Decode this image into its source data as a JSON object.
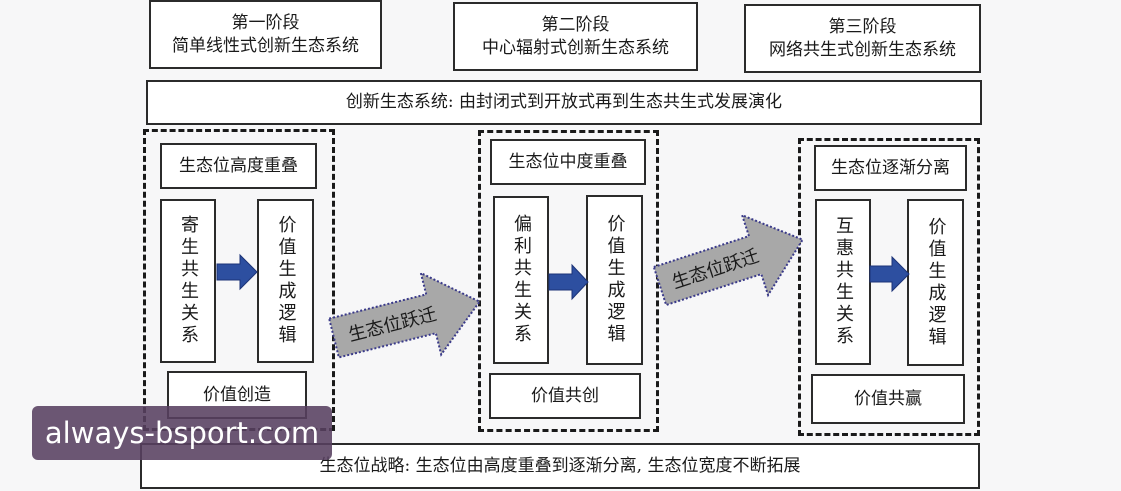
{
  "stages": [
    {
      "title": "第一阶段",
      "subtitle": "简单线性式创新生态系统"
    },
    {
      "title": "第二阶段",
      "subtitle": "中心辐射式创新生态系统"
    },
    {
      "title": "第三阶段",
      "subtitle": "网络共生式创新生态系统"
    }
  ],
  "evolution_banner": "创新生态系统: 由封闭式到开放式再到生态共生式发展演化",
  "panels": [
    {
      "niche": "生态位高度重叠",
      "relation": "寄生共生关系",
      "logic": "价值生成逻辑",
      "value": "价值创造"
    },
    {
      "niche": "生态位中度重叠",
      "relation": "偏利共生关系",
      "logic": "价值生成逻辑",
      "value": "价值共创"
    },
    {
      "niche": "生态位逐渐分离",
      "relation": "互惠共生关系",
      "logic": "价值生成逻辑",
      "value": "价值共赢"
    }
  ],
  "transition_label": "生态位跃迁",
  "strategy_banner": "生态位战略: 生态位由高度重叠到逐渐分离, 生态位宽度不断拓展",
  "watermark": "always-bsport.com",
  "colors": {
    "big_arrow_fill": "#a8a8a8",
    "big_arrow_dots": "#3a3a8a",
    "small_arrow": "#2d4fa0"
  }
}
